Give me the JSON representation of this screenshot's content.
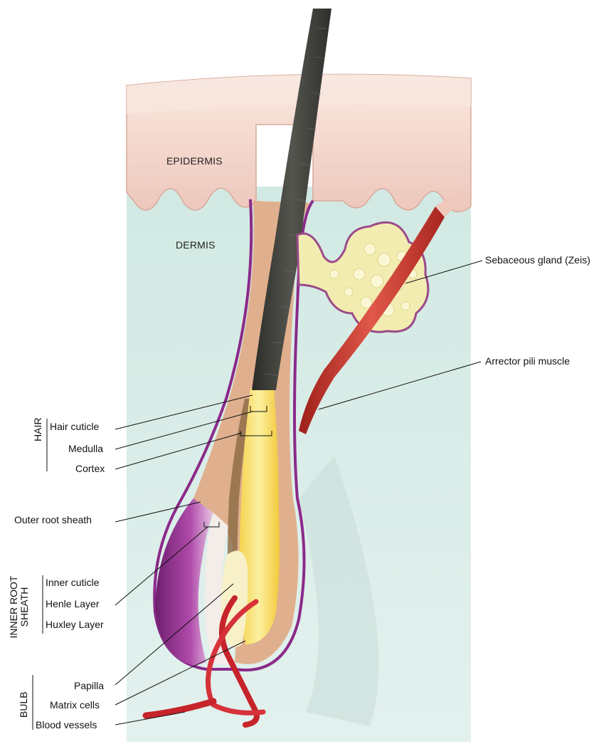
{
  "layers": {
    "epidermis": "EPIDERMIS",
    "dermis": "DERMIS"
  },
  "labels": {
    "sebaceous": "Sebaceous gland (Zeis)",
    "arrector": "Arrector pili muscle",
    "hair_cuticle": "Hair cuticle",
    "medulla": "Medulla",
    "cortex": "Cortex",
    "outer_root_sheath": "Outer root sheath",
    "inner_cuticle": "Inner cuticle",
    "henle": "Henle Layer",
    "huxley": "Huxley Layer",
    "papilla": "Papilla",
    "matrix": "Matrix cells",
    "blood": "Blood vessels"
  },
  "groups": {
    "hair": "HAIR",
    "inner_root_1": "INNER ROOT",
    "inner_root_2": "SHEATH",
    "bulb": "BULB"
  },
  "colors": {
    "skin": "#f3d9cf",
    "dermis": "#d9ece6",
    "hair_shaft": "#3e3e3a",
    "purple_sheath": "#8b2a8a",
    "sebaceous": "#f3ecb0",
    "muscle": "#c6322a"
  }
}
